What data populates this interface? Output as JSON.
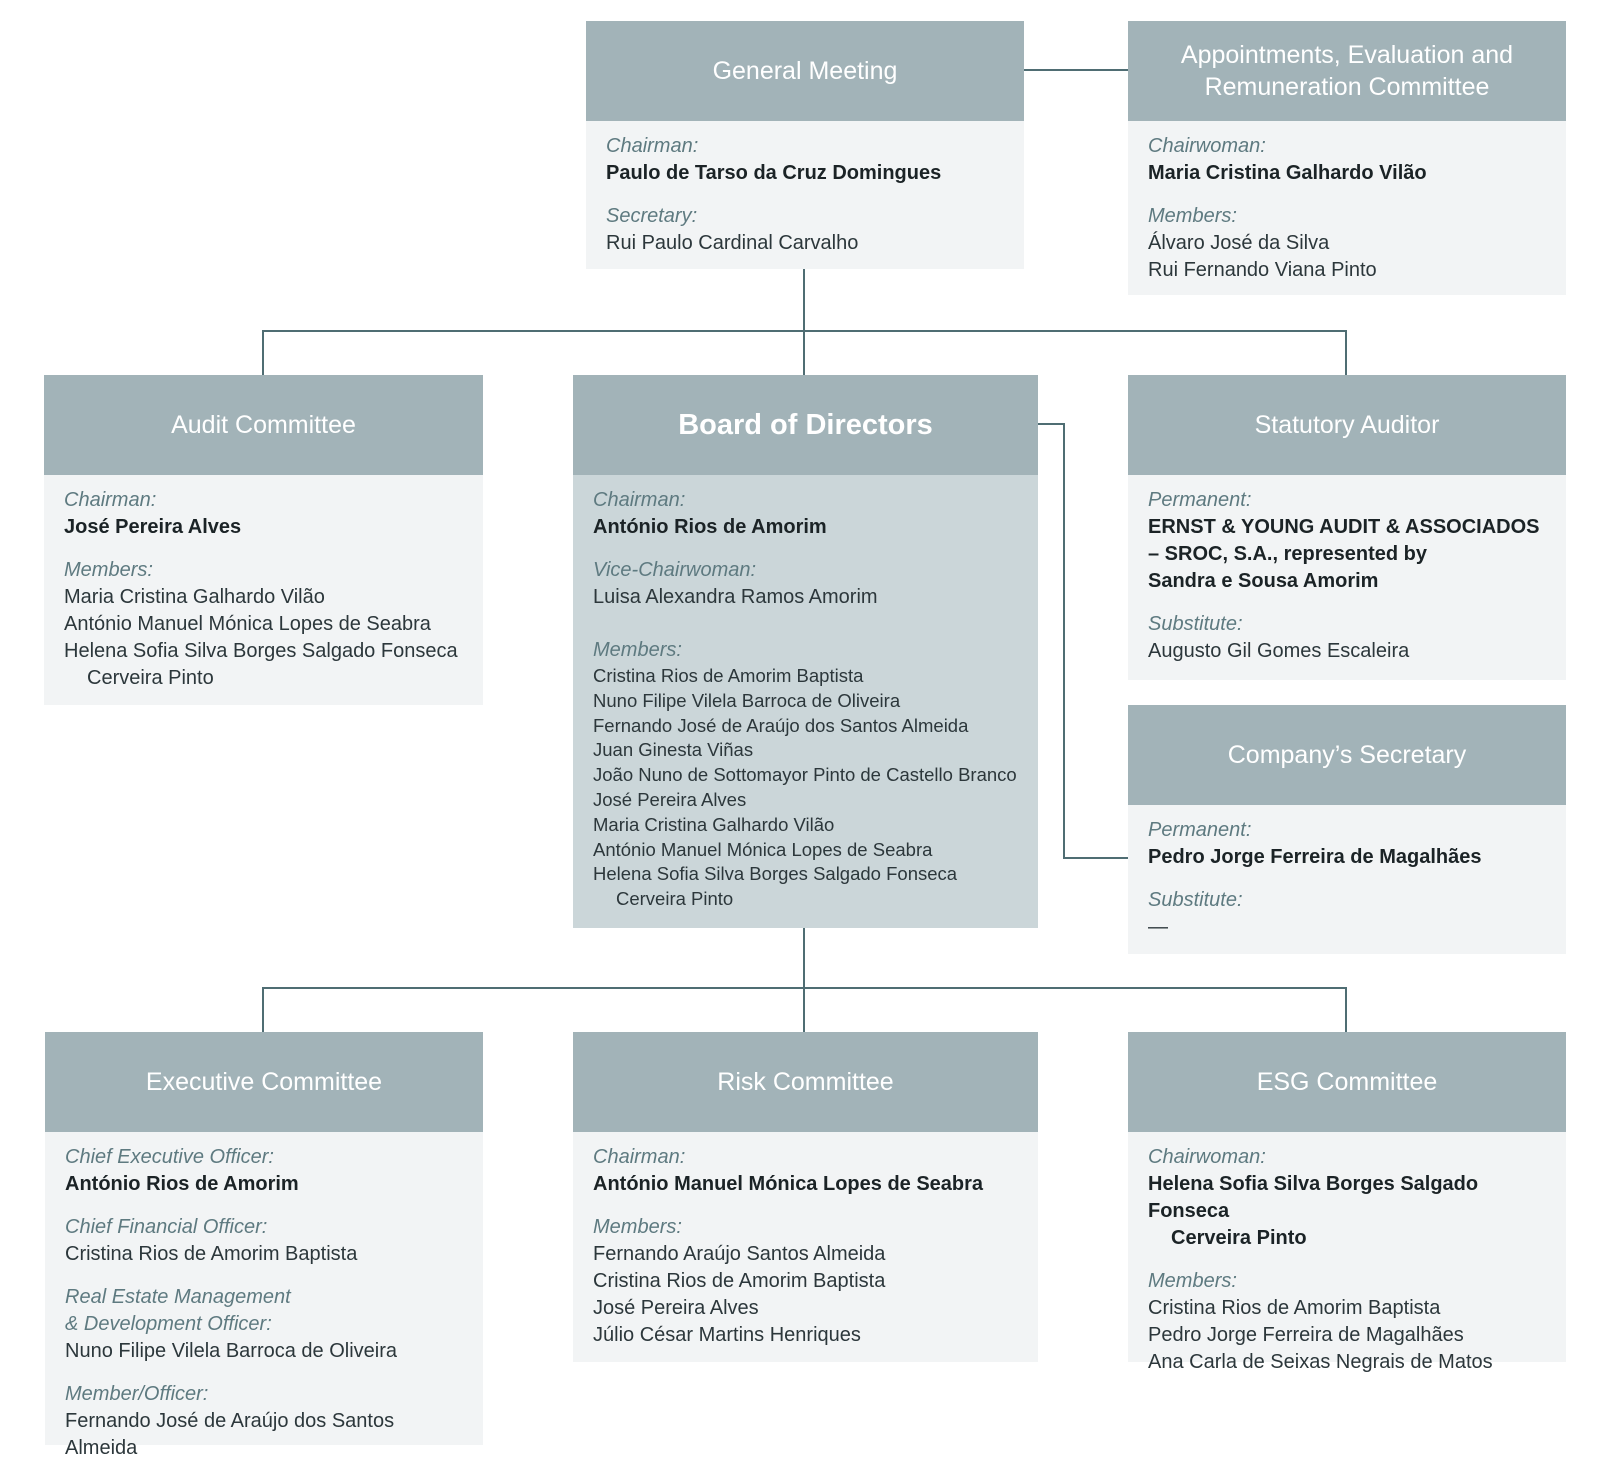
{
  "general_meeting": {
    "title": "General Meeting",
    "chair_role": "Chairman:",
    "chair_name": "Paulo de Tarso da Cruz Domingues",
    "secretary_role": "Secretary:",
    "secretary_name": "Rui Paulo Cardinal Carvalho"
  },
  "appointments_committee": {
    "title": "Appointments, Evaluation and Remuneration Committee",
    "chair_role": "Chairwoman:",
    "chair_name": "Maria Cristina Galhardo Vilão",
    "members_role": "Members:",
    "members": [
      "Álvaro José da Silva",
      "Rui Fernando Viana Pinto"
    ]
  },
  "audit_committee": {
    "title": "Audit Committee",
    "chair_role": "Chairman:",
    "chair_name": "José Pereira Alves",
    "members_role": "Members:",
    "members": [
      "Maria Cristina Galhardo Vilão",
      "António Manuel Mónica Lopes de Seabra",
      "Helena Sofia Silva Borges Salgado Fonseca",
      "Cerveira Pinto"
    ]
  },
  "board": {
    "title": "Board of Directors",
    "chair_role": "Chairman:",
    "chair_name": "António Rios de Amorim",
    "vice_role": "Vice-Chairwoman:",
    "vice_name": "Luisa Alexandra Ramos Amorim",
    "members_role": "Members:",
    "members": [
      "Cristina Rios de Amorim Baptista",
      "Nuno Filipe Vilela Barroca de Oliveira",
      "Fernando José de Araújo dos Santos Almeida",
      "Juan Ginesta Viñas",
      "João Nuno de Sottomayor Pinto de Castello Branco",
      "José Pereira Alves",
      "Maria Cristina Galhardo Vilão",
      "António Manuel Mónica Lopes de Seabra",
      "Helena Sofia Silva Borges Salgado Fonseca",
      "Cerveira Pinto"
    ]
  },
  "statutory_auditor": {
    "title": "Statutory Auditor",
    "permanent_role": "Permanent:",
    "permanent_lines": [
      "ERNST & YOUNG AUDIT & ASSOCIADOS",
      "– SROC, S.A., represented by",
      "Sandra e Sousa Amorim"
    ],
    "substitute_role": "Substitute:",
    "substitute_name": "Augusto Gil Gomes Escaleira"
  },
  "company_secretary": {
    "title": "Company’s Secretary",
    "permanent_role": "Permanent:",
    "permanent_name": "Pedro Jorge Ferreira de Magalhães",
    "substitute_role": "Substitute:",
    "substitute_name": "—"
  },
  "executive_committee": {
    "title": "Executive Committee",
    "ceo_role": "Chief Executive Officer:",
    "ceo_name": "António Rios de Amorim",
    "cfo_role": "Chief Financial Officer:",
    "cfo_name": "Cristina Rios de Amorim Baptista",
    "re_role_1": "Real Estate Management",
    "re_role_2": "& Development Officer:",
    "re_name": "Nuno Filipe Vilela Barroca de Oliveira",
    "member_role": "Member/Officer:",
    "member_name": "Fernando José de Araújo dos Santos Almeida"
  },
  "risk_committee": {
    "title": "Risk Committee",
    "chair_role": "Chairman:",
    "chair_name": "António Manuel Mónica Lopes de Seabra",
    "members_role": "Members:",
    "members": [
      "Fernando Araújo Santos Almeida",
      "Cristina Rios de Amorim Baptista",
      "José Pereira Alves",
      "Júlio César Martins Henriques"
    ]
  },
  "esg_committee": {
    "title": "ESG Committee",
    "chair_role": "Chairwoman:",
    "chair_lines": [
      "Helena Sofia Silva Borges Salgado Fonseca",
      "Cerveira Pinto"
    ],
    "members_role": "Members:",
    "members": [
      "Cristina Rios de Amorim Baptista",
      "Pedro Jorge Ferreira de Magalhães",
      "Ana Carla de Seixas Negrais de Matos"
    ]
  },
  "colors": {
    "header": "#a2b3b8",
    "panel": "#f2f4f5",
    "board_panel": "#cbd6d9",
    "role": "#5e7a80",
    "connector": "#4f6d73"
  }
}
